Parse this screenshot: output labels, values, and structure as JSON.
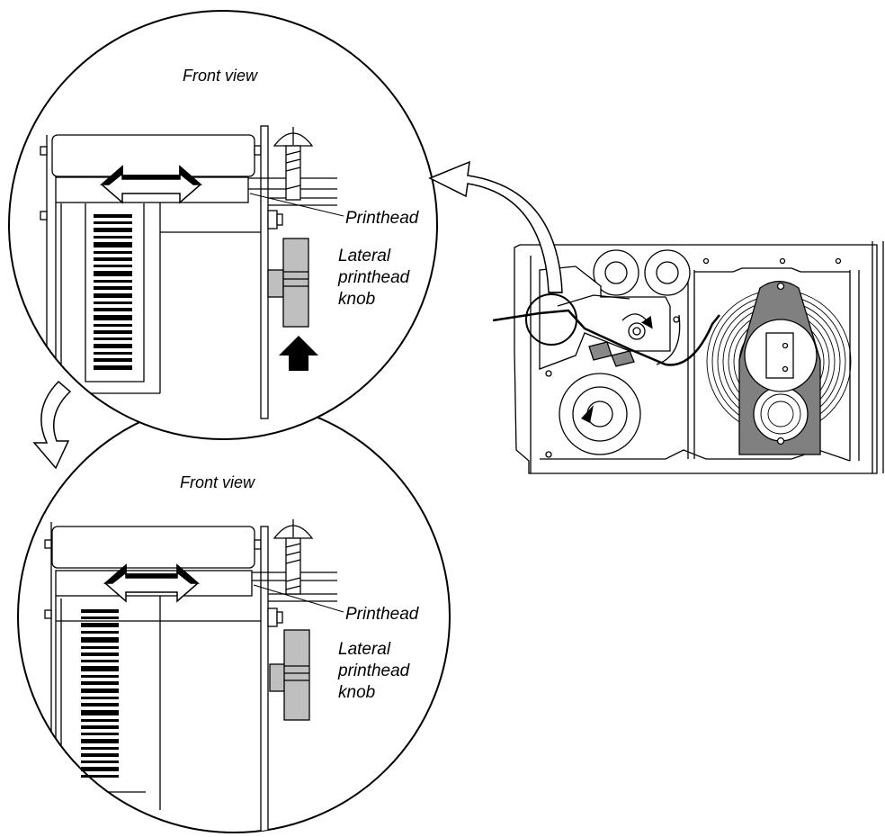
{
  "figure": {
    "colors": {
      "ink": "#000000",
      "knob": "#bfbfbf",
      "core": "#808080",
      "paper": "#ffffff"
    },
    "upper_detail": {
      "view_title": "Front view",
      "printhead_label": "Printhead",
      "knob_label_lines": [
        "Lateral",
        "printhead",
        "knob"
      ]
    },
    "lower_detail": {
      "view_title": "Front view",
      "printhead_label": "Printhead",
      "knob_label_lines": [
        "Lateral",
        "printhead",
        "knob"
      ]
    },
    "icons": [
      "double-arrow-icon",
      "up-arrow-icon",
      "curved-arrow-icon",
      "screw-icon",
      "rotation-arrow-icon"
    ]
  }
}
